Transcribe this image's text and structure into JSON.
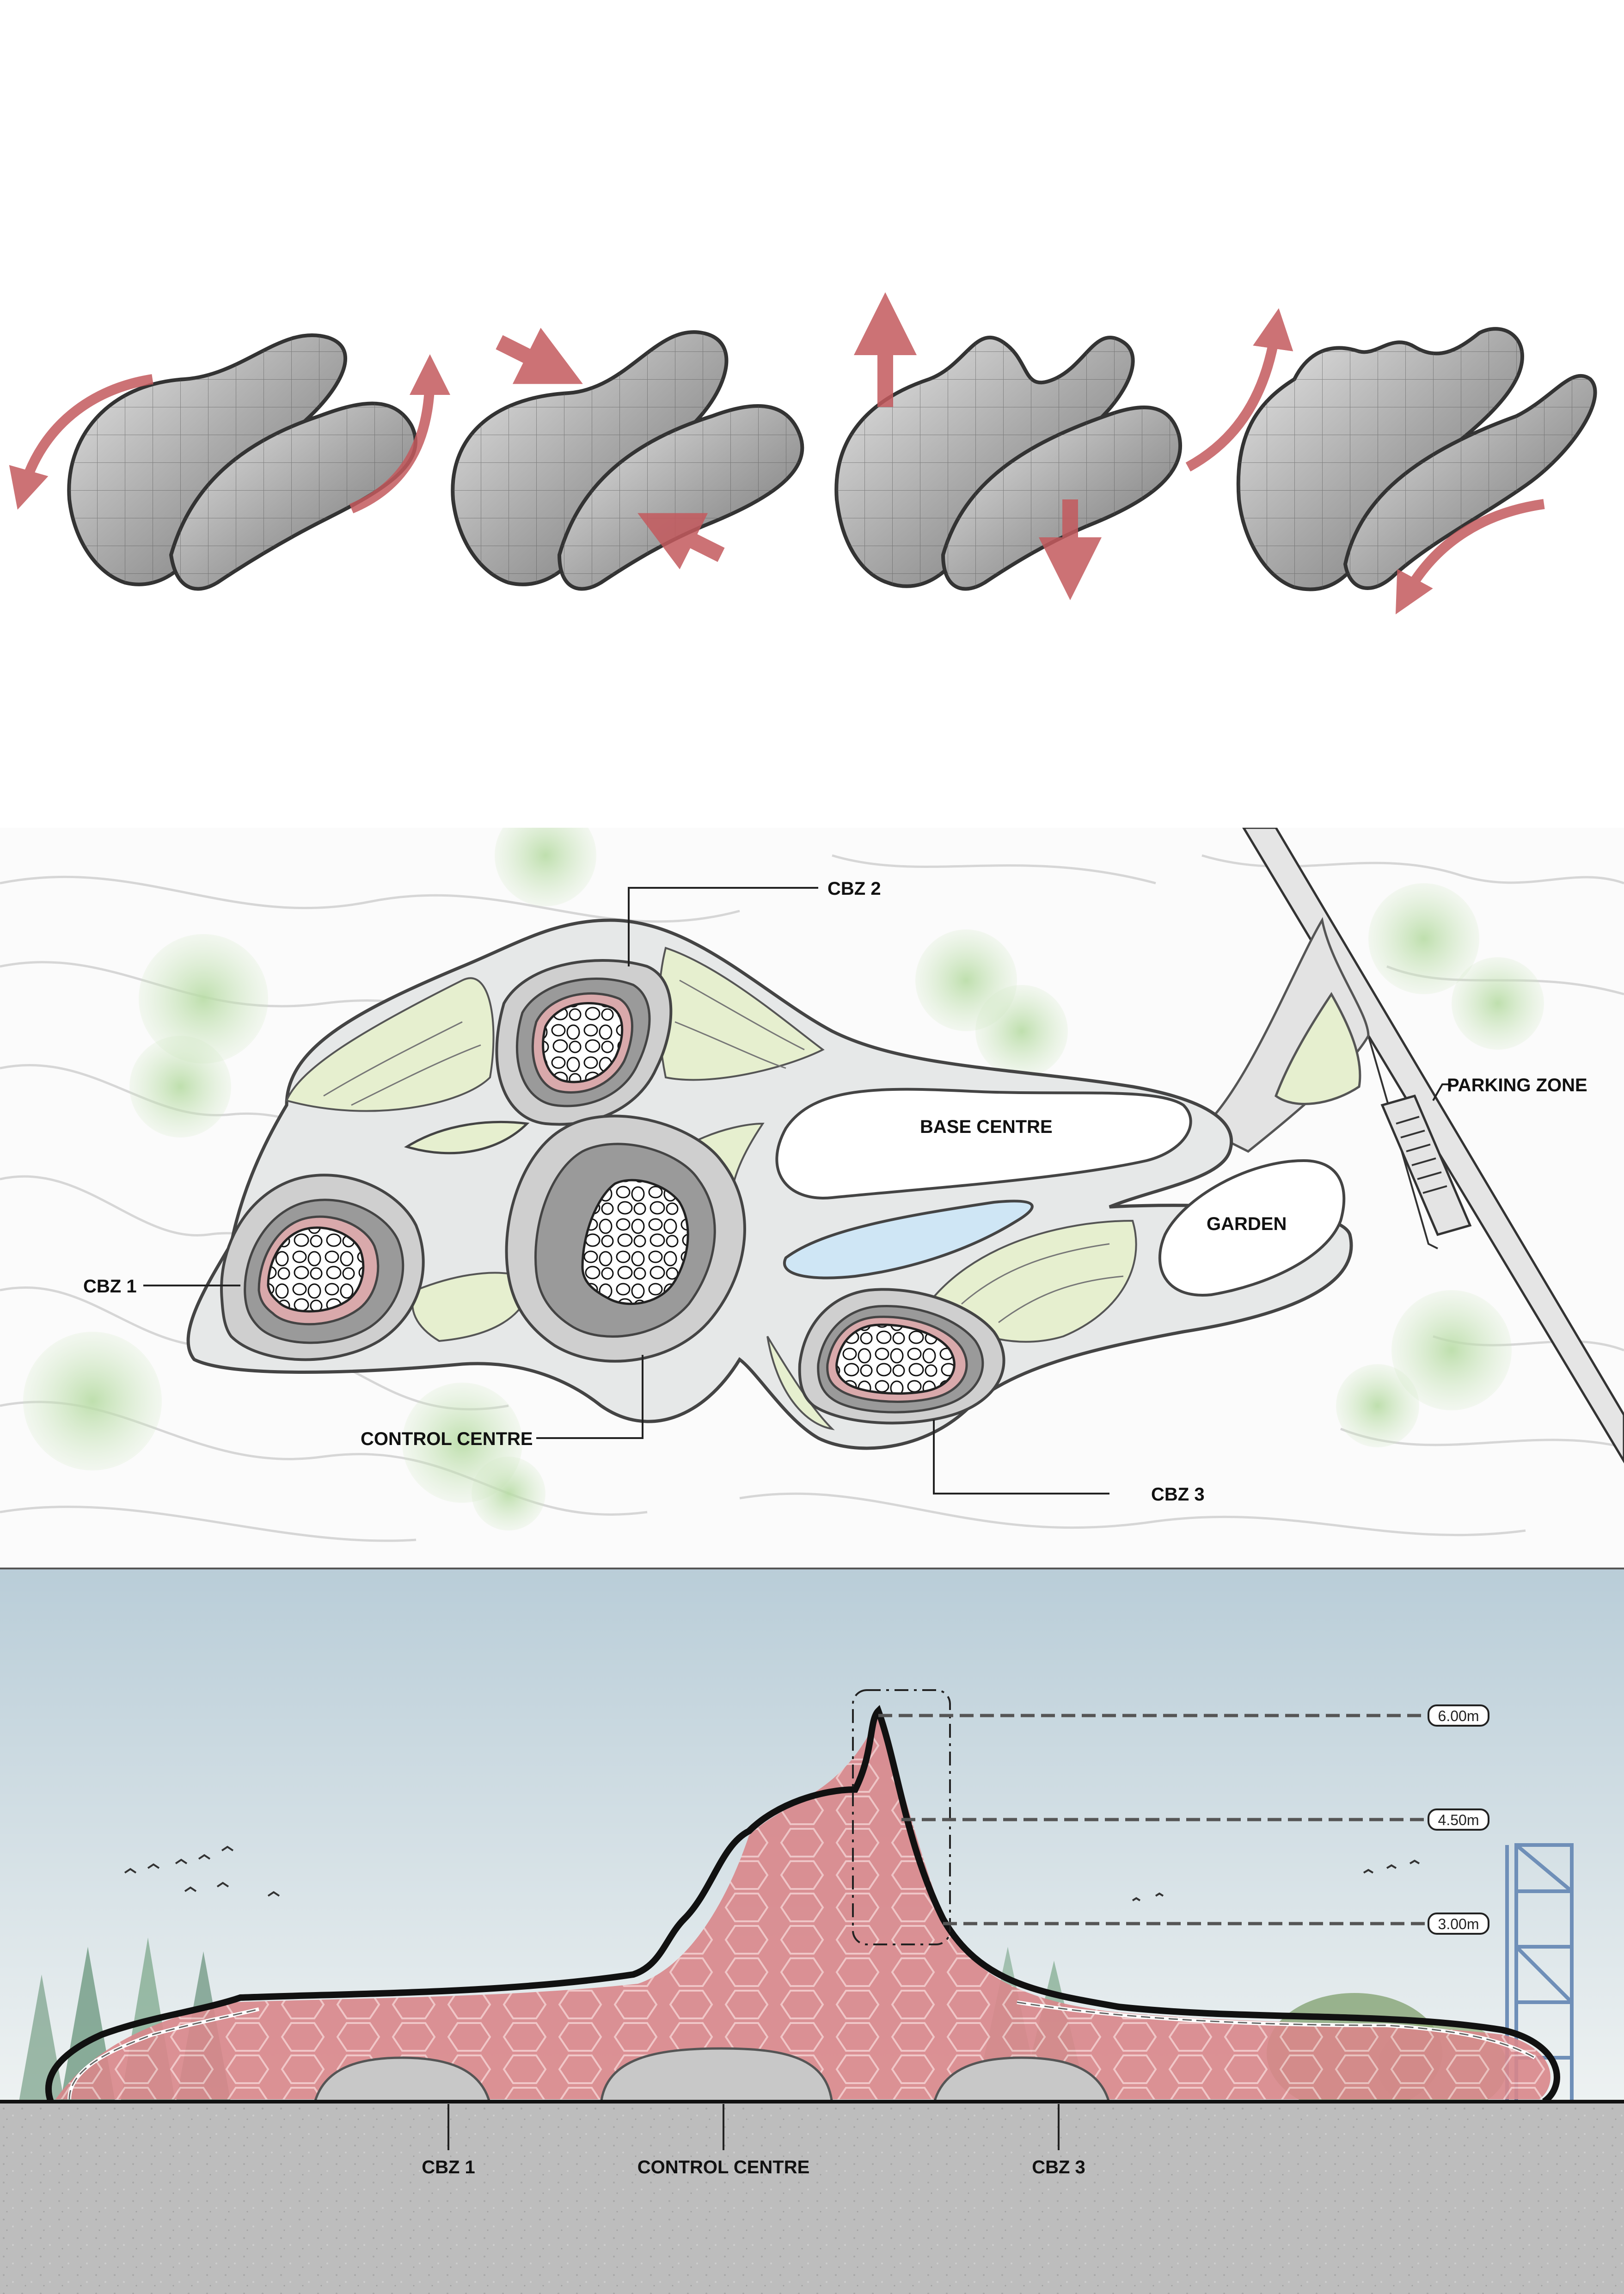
{
  "plan": {
    "labels": {
      "cbz2": "CBZ 2",
      "cbz1": "CBZ 1",
      "cbz3": "CBZ 3",
      "base_centre": "BASE CENTRE",
      "garden": "GARDEN",
      "parking_zone": "PARKING ZONE",
      "control_centre": "CONTROL CENTRE"
    }
  },
  "section": {
    "levels": [
      "6.00m",
      "4.50m",
      "3.00m"
    ],
    "labels": {
      "cbz1": "CBZ 1",
      "control_centre": "CONTROL CENTRE",
      "cbz3": "CBZ 3"
    }
  },
  "colors": {
    "arrow": "#c45a5e",
    "shell": "#b9b9b9",
    "green_zone": "#e6efcf",
    "water": "#cfe6f5",
    "section_red": "#d9868a",
    "sky": "#cfdde5",
    "ground": "#bdbdbd"
  }
}
